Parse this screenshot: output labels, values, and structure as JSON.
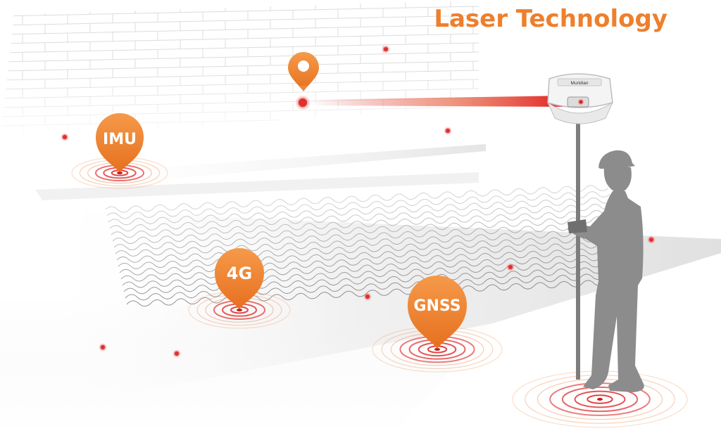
{
  "title": "Laser Technology",
  "markers": {
    "imu": "IMU",
    "four_g": "4G",
    "gnss": "GNSS"
  },
  "device_brand": "Muridian",
  "colors": {
    "accent_orange": "#ee7f2c",
    "laser_red": "#e03030",
    "silhouette_gray": "#8a8a8a",
    "wall_lines": "#dcdcdc",
    "wave_lines": "#6e6e6e"
  },
  "icons": {
    "location_pin": "map-pin-icon",
    "signal_rings": "signal-ripple-icon",
    "surveyor": "surveyor-silhouette"
  }
}
